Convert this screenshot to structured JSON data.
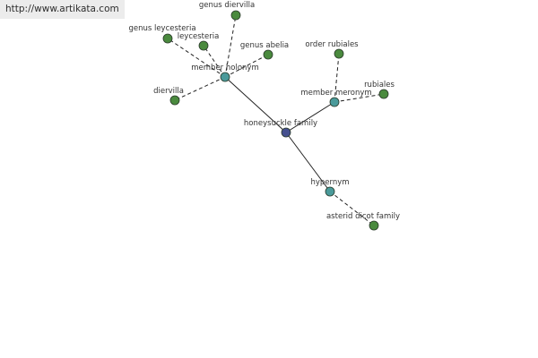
{
  "banner": {
    "url": "http://www.artikata.com"
  },
  "colors": {
    "center": "#45508f",
    "relation": "#4a9a9a",
    "leaf": "#4a8a3e"
  },
  "graph": {
    "nodes": [
      {
        "id": "center",
        "label": "honeysuckle family",
        "kind": "center"
      },
      {
        "id": "holonym",
        "label": "member holonym",
        "kind": "relation"
      },
      {
        "id": "meronym",
        "label": "member meronym",
        "kind": "relation"
      },
      {
        "id": "hypernym",
        "label": "hypernym",
        "kind": "relation"
      },
      {
        "id": "genus-diervilla",
        "label": "genus diervilla",
        "kind": "leaf"
      },
      {
        "id": "genus-leycesteria",
        "label": "genus leycesteria",
        "kind": "leaf"
      },
      {
        "id": "leycesteria",
        "label": "leycesteria",
        "kind": "leaf"
      },
      {
        "id": "genus-abelia",
        "label": "genus abelia",
        "kind": "leaf"
      },
      {
        "id": "diervilla",
        "label": "diervilla",
        "kind": "leaf"
      },
      {
        "id": "order-rubiales",
        "label": "order rubiales",
        "kind": "leaf"
      },
      {
        "id": "rubiales",
        "label": "rubiales",
        "kind": "leaf"
      },
      {
        "id": "asterid-dicot-family",
        "label": "asterid dicot family",
        "kind": "leaf"
      }
    ],
    "edges": [
      {
        "from": "center",
        "to": "holonym",
        "style": "solid"
      },
      {
        "from": "center",
        "to": "meronym",
        "style": "solid"
      },
      {
        "from": "center",
        "to": "hypernym",
        "style": "solid"
      },
      {
        "from": "holonym",
        "to": "genus-diervilla",
        "style": "dashed"
      },
      {
        "from": "holonym",
        "to": "genus-leycesteria",
        "style": "dashed"
      },
      {
        "from": "holonym",
        "to": "leycesteria",
        "style": "dashed"
      },
      {
        "from": "holonym",
        "to": "genus-abelia",
        "style": "dashed"
      },
      {
        "from": "holonym",
        "to": "diervilla",
        "style": "dashed"
      },
      {
        "from": "meronym",
        "to": "order-rubiales",
        "style": "dashed"
      },
      {
        "from": "meronym",
        "to": "rubiales",
        "style": "dashed"
      },
      {
        "from": "hypernym",
        "to": "asterid-dicot-family",
        "style": "dashed"
      }
    ]
  }
}
